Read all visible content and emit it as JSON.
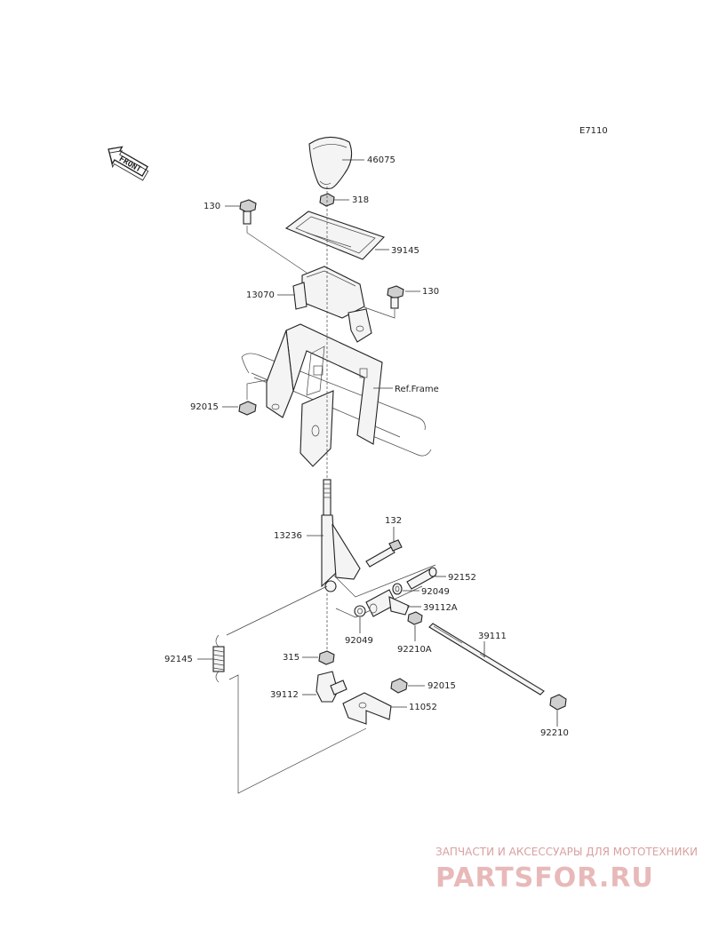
{
  "diagram_code": "E7110",
  "front_label": "FRONT",
  "labels": {
    "p46075": "46075",
    "p318": "318",
    "p130a": "130",
    "p39145": "39145",
    "p13070": "13070",
    "p130b": "130",
    "p92015a": "92015",
    "ref_frame": "Ref.Frame",
    "p132": "132",
    "p13236": "13236",
    "p92152": "92152",
    "p92049a": "92049",
    "p39112A": "39112A",
    "p92049b": "92049",
    "p92210A": "92210A",
    "p39111": "39111",
    "p92145": "92145",
    "p315": "315",
    "p92015b": "92015",
    "p39112": "39112",
    "p11052": "11052",
    "p92210": "92210"
  },
  "watermark": {
    "line1": "ЗАПЧАСТИ И АКСЕССУАРЫ ДЛЯ МОТОТЕХНИКИ",
    "line2": "PARTSFOR.RU"
  }
}
